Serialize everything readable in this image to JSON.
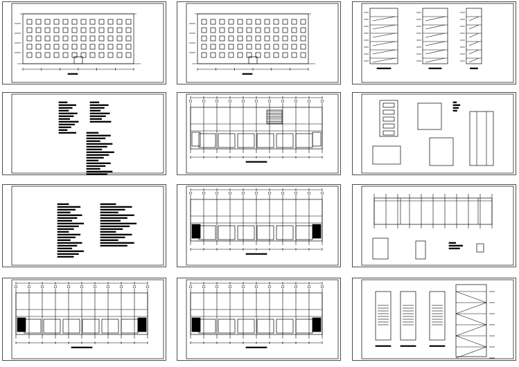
{
  "colors": {
    "ink": "#000000",
    "paper": "#ffffff"
  },
  "sheets": [
    {
      "kind": "elevation"
    },
    {
      "kind": "elevation"
    },
    {
      "kind": "sections"
    },
    {
      "kind": "notes-table"
    },
    {
      "kind": "plan-detailed"
    },
    {
      "kind": "details-elev"
    },
    {
      "kind": "notes-text"
    },
    {
      "kind": "plan"
    },
    {
      "kind": "roof"
    },
    {
      "kind": "plan"
    },
    {
      "kind": "plan"
    },
    {
      "kind": "stair"
    }
  ]
}
